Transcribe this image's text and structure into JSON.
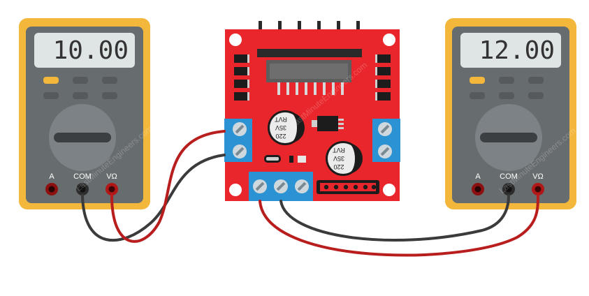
{
  "colors": {
    "meter_case": "#f3b73b",
    "meter_body": "#676c6f",
    "board": "#e8262b",
    "terminal": "#2b93d4",
    "wire_red": "#b81e1e",
    "wire_black": "#3b3b3b"
  },
  "meter_left": {
    "reading": "10.00",
    "terminals": [
      "A",
      "COM",
      "VΩ"
    ]
  },
  "meter_right": {
    "reading": "12.00",
    "terminals": [
      "A",
      "COM",
      "VΩ"
    ]
  },
  "board": {
    "cap_label_lines": [
      "220",
      "35V",
      "RVT"
    ]
  },
  "watermark": "LastMinuteEngineers.com"
}
